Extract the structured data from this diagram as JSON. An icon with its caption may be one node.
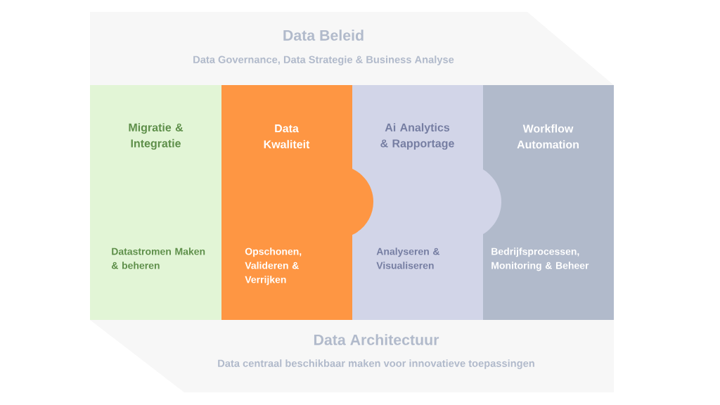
{
  "diagram": {
    "nodes": [
      {
        "text": [
          "Data Beleid",
          "Data Governance, Data Strategie & Business Analyse"
        ]
      },
      {
        "text": [
          "Migratie & Integratie",
          "Datastromen Maken & beheren"
        ]
      },
      {
        "text": [
          "Data Kwaliteit",
          "Opschonen, Valideren & Verrijken"
        ]
      },
      {
        "text": [
          "Ai Analytics & Rapportage",
          "Analyseren & Visualiseren"
        ]
      },
      {
        "text": [
          "Workflow Automation",
          "Bedrijfsprocessen, Monitoring & Beheer"
        ]
      },
      {
        "text": [
          "Data Architectuur",
          "Data centraal beschikbaar maken voor innovatieve toepassingen"
        ]
      }
    ]
  }
}
